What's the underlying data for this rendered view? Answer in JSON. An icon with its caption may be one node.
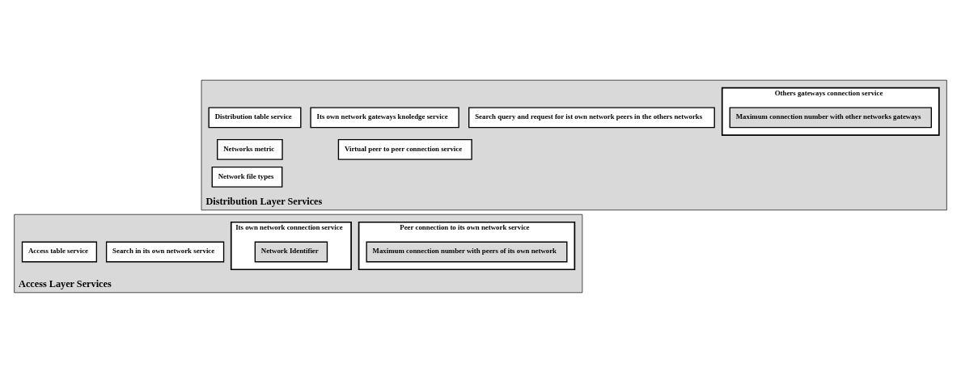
{
  "diagram": {
    "nodes": [
      {
        "text": [
          "Distribution Layer Services"
        ]
      },
      {
        "text": [
          "Search query and request for ist own network peers in the others networks"
        ],
        "in": 0
      },
      {
        "text": [
          "Others gateways connection service"
        ],
        "in": 0
      },
      {
        "text": [
          "Maximum connection number with other networks gateways"
        ],
        "in": 2
      },
      {
        "text": [
          "Its own network gateways knoledge service"
        ],
        "in": 0
      },
      {
        "text": [
          "Distribution table service"
        ],
        "in": 0
      },
      {
        "text": [
          "Virtual peer to peer connection service"
        ],
        "in": 0
      },
      {
        "text": [
          "Networks metric"
        ],
        "in": 0
      },
      {
        "text": [
          "Network file types"
        ],
        "in": 0
      },
      {
        "text": [
          "Access Layer Services"
        ]
      },
      {
        "text": [
          "Search in its own network service"
        ],
        "in": 9
      },
      {
        "text": [
          "Peer connection to its own network service"
        ],
        "in": 9
      },
      {
        "text": [
          "Maximum connection number with peers of its own network"
        ],
        "in": 11
      },
      {
        "text": [
          "Its own network connection service"
        ],
        "in": 9
      },
      {
        "text": [
          "Network Identifier"
        ],
        "in": 13
      },
      {
        "text": [
          "Access table service"
        ],
        "in": 9
      }
    ],
    "edges": []
  }
}
